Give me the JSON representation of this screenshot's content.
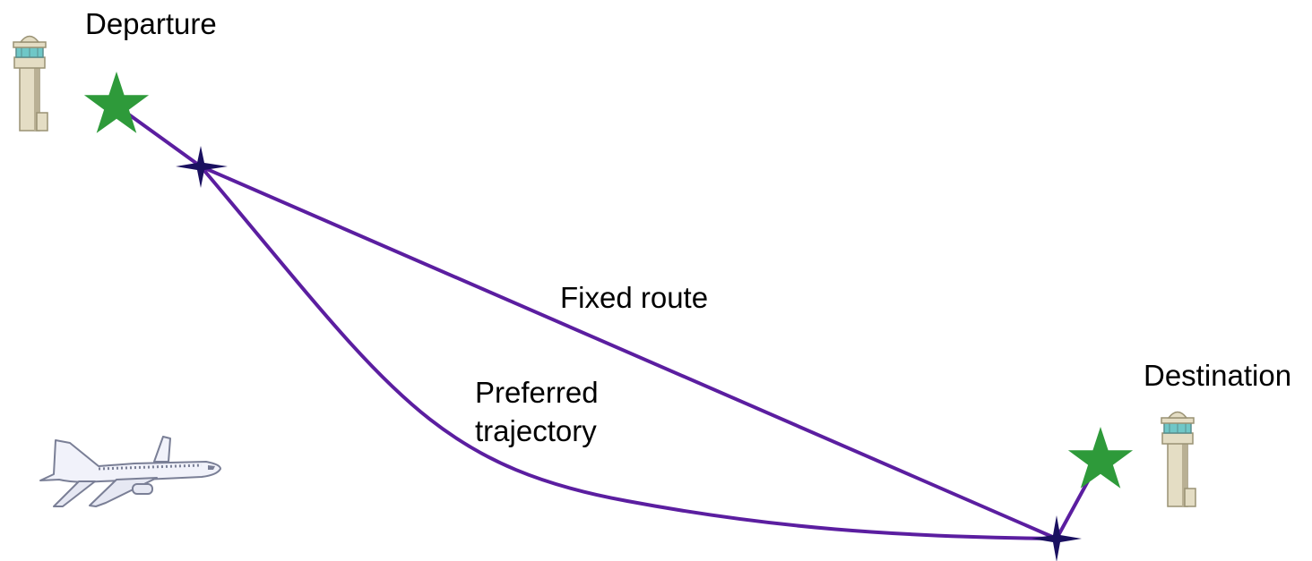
{
  "labels": {
    "departure": "Departure",
    "destination": "Destination",
    "fixed_route": "Fixed route",
    "preferred_line1": "Preferred",
    "preferred_line2": "trajectory"
  },
  "colors": {
    "route": "#5b1ea0",
    "airport_star": "#2e9a3a",
    "waypoint": "#1a1060",
    "tower_body": "#e4ddc4",
    "tower_shadow": "#b9b094",
    "tower_glass": "#6fc7c7",
    "plane_body": "#f1f2fa",
    "plane_outline": "#7a7f96"
  },
  "icons": {
    "departure_tower": "control-tower-icon",
    "destination_tower": "control-tower-icon",
    "airplane": "airplane-icon"
  }
}
